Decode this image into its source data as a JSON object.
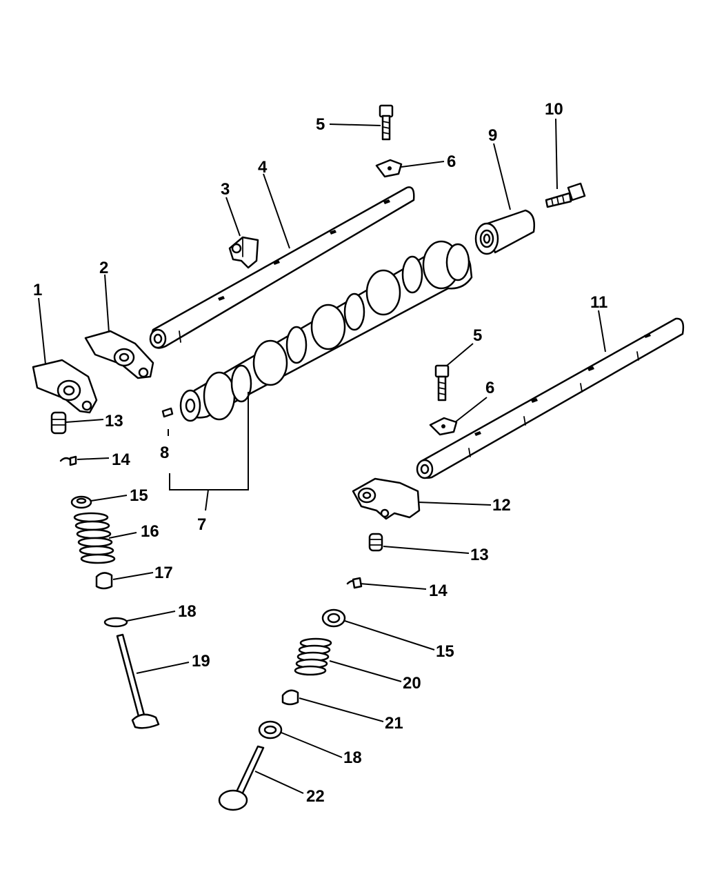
{
  "diagram": {
    "title": "Camshaft and valvetrain exploded view",
    "callouts": {
      "c1": "1",
      "c2": "2",
      "c3": "3",
      "c4": "4",
      "c5a": "5",
      "c5b": "5",
      "c6a": "6",
      "c6b": "6",
      "c7": "7",
      "c8": "8",
      "c9": "9",
      "c10": "10",
      "c11": "11",
      "c12": "12",
      "c13a": "13",
      "c13b": "13",
      "c14a": "14",
      "c14b": "14",
      "c15a": "15",
      "c15b": "15",
      "c16": "16",
      "c17": "17",
      "c18a": "18",
      "c18b": "18",
      "c19": "19",
      "c20": "20",
      "c21": "21",
      "c22": "22"
    }
  }
}
